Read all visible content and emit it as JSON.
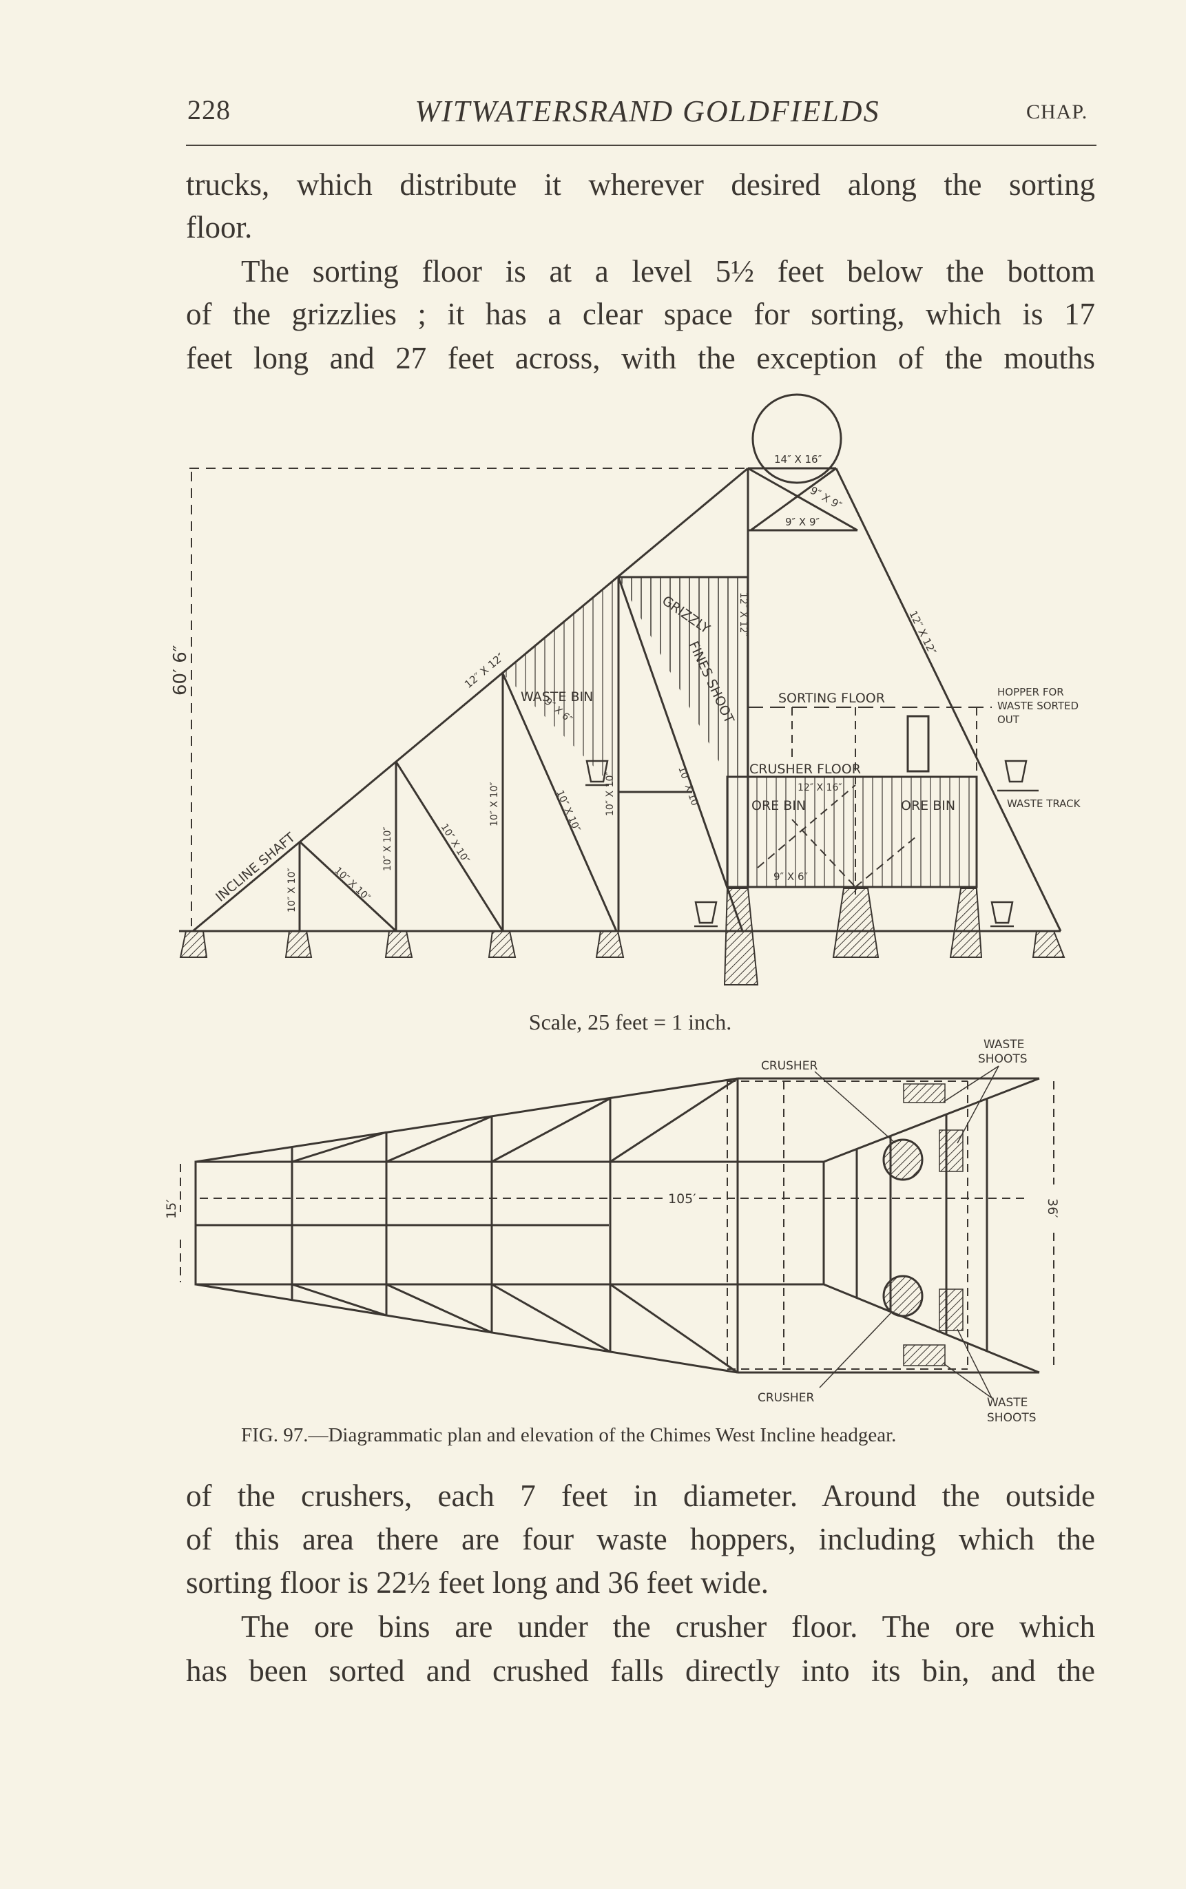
{
  "header": {
    "page_number": "228",
    "running_title": "WITWATERSRAND GOLDFIELDS",
    "chapter_label": "CHAP."
  },
  "body_top": [
    "trucks, which distribute it wherever desired along the sorting",
    "floor.",
    "The sorting floor is at a level 5½ feet below the bottom",
    "of the grizzlies ; it has a clear space for sorting, which is 17",
    "feet long and 27 feet across, with the exception of the mouths"
  ],
  "figure": {
    "elevation_labels": {
      "height": "60′ 6″",
      "incline_shaft": "INCLINE SHAFT",
      "waste_bin": "WASTE BIN",
      "grizzly": "GRIZZLY",
      "fines_shoot": "FINES SHOOT",
      "sorting_floor": "SORTING FLOOR",
      "crusher_floor": "CRUSHER FLOOR",
      "ore_bin": "ORE BIN",
      "hopper": [
        "HOPPER FOR",
        "WASTE SORTED",
        "OUT"
      ],
      "waste_track": "WASTE TRACK",
      "sheave": "14″ X 16″",
      "brace": "9″ X 9″",
      "brace_diag": "9″ X 9″",
      "leg": "12″ X 12″",
      "post": "12″ X 12″",
      "strut": "12″ X 12″",
      "beam": "12″ X 16″",
      "bin_beam": "9″ X 6″",
      "member": "10″ X 10″",
      "small": "9″ X 6″"
    },
    "scale": "Scale, 25 feet = 1 inch.",
    "plan_labels": {
      "crusher_top": "CRUSHER",
      "crusher_bottom": "CRUSHER",
      "waste_shoots_top": [
        "WASTE",
        "SHOOTS"
      ],
      "waste_shoots_bottom": [
        "WASTE",
        "SHOOTS"
      ],
      "length": "105′",
      "width_left": "15′",
      "width_right": "36′"
    },
    "caption": "FIG. 97.—Diagrammatic plan and elevation of the Chimes West Incline headgear."
  },
  "body_bottom": [
    "of the crushers, each 7 feet in diameter. Around the outside",
    "of this area there are four waste hoppers, including which the",
    "sorting floor is 22½ feet long and 36 feet wide.",
    "The ore bins are under the crusher floor. The ore which",
    "has been sorted and crushed falls directly into its bin, and the"
  ]
}
